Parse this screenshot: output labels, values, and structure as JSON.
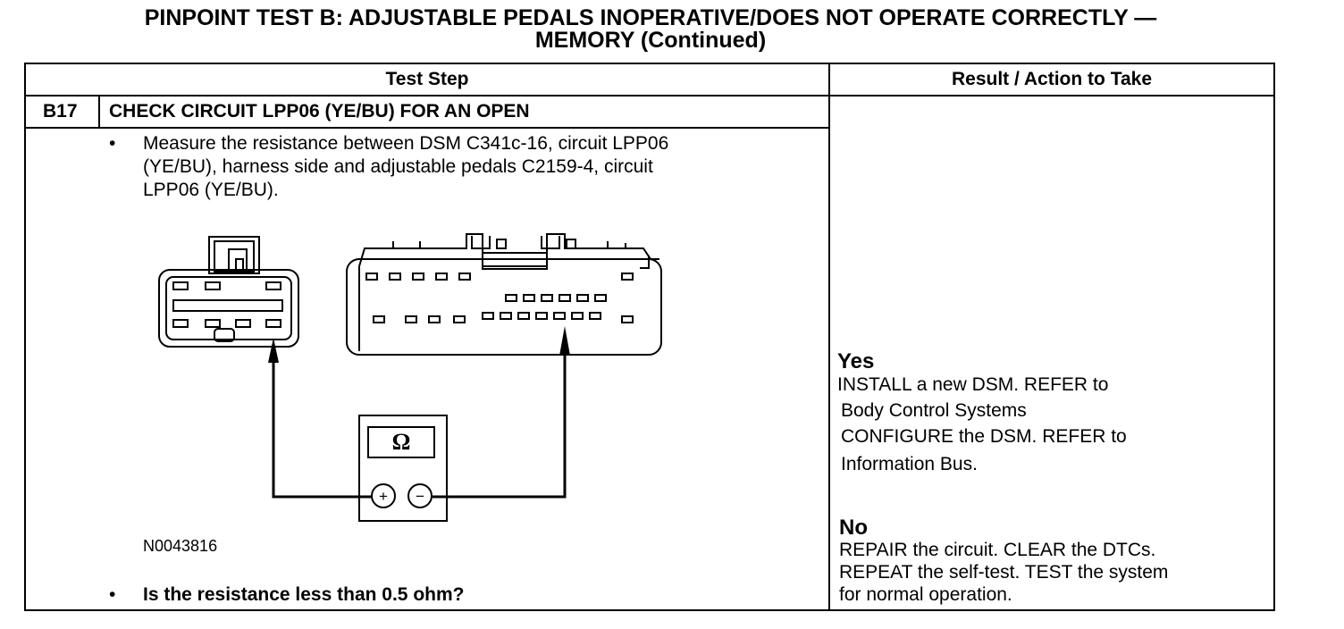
{
  "title": {
    "line1": "PINPOINT TEST B: ADJUSTABLE PEDALS INOPERATIVE/DOES NOT OPERATE CORRECTLY —",
    "line2": "MEMORY (Continued)"
  },
  "table": {
    "header_left": "Test Step",
    "header_right": "Result / Action to Take"
  },
  "step": {
    "id": "B17",
    "title": "CHECK CIRCUIT LPP06 (YE/BU) FOR AN OPEN",
    "bullet": "•",
    "instruction_lines": [
      "Measure the resistance between DSM C341c-16, circuit LPP06",
      "(YE/BU), harness side and adjustable pedals C2159-4, circuit",
      "LPP06 (YE/BU)."
    ],
    "figure_id": "N0043816",
    "question": "Is the resistance less than 0.5 ohm?"
  },
  "meter": {
    "symbol": "Ω",
    "plus": "+",
    "minus": "−"
  },
  "results": {
    "yes_label": "Yes",
    "yes_lines": [
      "INSTALL a new DSM. REFER to",
      "Body Control Systems",
      "CONFIGURE the DSM. REFER to",
      "Information Bus."
    ],
    "no_label": "No",
    "no_lines": [
      "REPAIR the circuit. CLEAR the DTCs.",
      "REPEAT the self-test. TEST the system",
      "for normal operation."
    ]
  }
}
